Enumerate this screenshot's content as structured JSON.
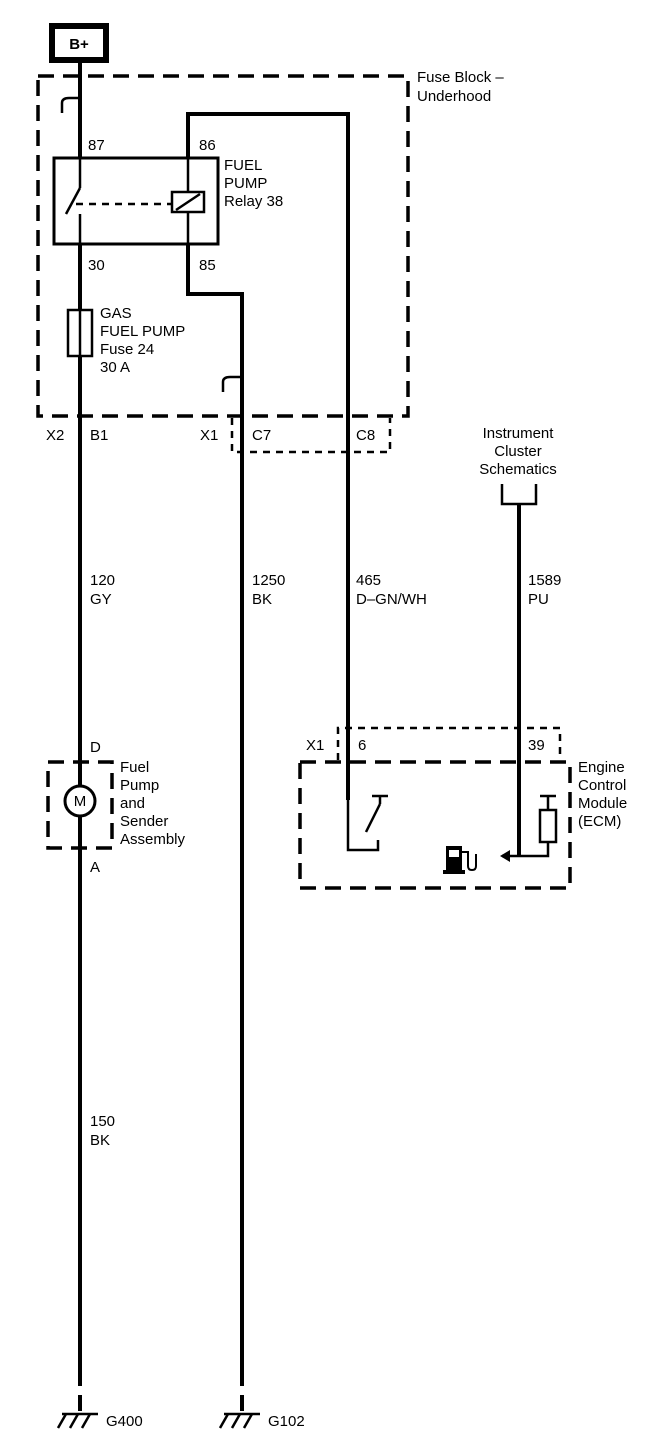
{
  "power_source": "B+",
  "fuse_block": {
    "line1": "Fuse Block –",
    "line2": "Underhood"
  },
  "relay": {
    "line1": "FUEL",
    "line2": "PUMP",
    "line3": "Relay 38",
    "pin_87": "87",
    "pin_86": "86",
    "pin_30": "30",
    "pin_85": "85"
  },
  "fuse": {
    "line1": "GAS",
    "line2": "FUEL PUMP",
    "line3": "Fuse 24",
    "line4": "30 A"
  },
  "connectors": {
    "x2": "X2",
    "b1": "B1",
    "x1_fuse": "X1",
    "c7": "C7",
    "c8": "C8",
    "x1_ecm": "X1",
    "pin_6": "6",
    "pin_39": "39"
  },
  "instrument_cluster": {
    "line1": "Instrument",
    "line2": "Cluster",
    "line3": "Schematics"
  },
  "wires": {
    "w120_circuit": "120",
    "w120_color": "GY",
    "w1250_circuit": "1250",
    "w1250_color": "BK",
    "w465_circuit": "465",
    "w465_color": "D–GN/WH",
    "w1589_circuit": "1589",
    "w1589_color": "PU",
    "w150_circuit": "150",
    "w150_color": "BK"
  },
  "fuel_pump": {
    "pin_d": "D",
    "pin_a": "A",
    "motor_symbol": "M",
    "line1": "Fuel",
    "line2": "Pump",
    "line3": "and",
    "line4": "Sender",
    "line5": "Assembly"
  },
  "ecm": {
    "line1": "Engine",
    "line2": "Control",
    "line3": "Module",
    "line4": "(ECM)"
  },
  "grounds": {
    "g400": "G400",
    "g102": "G102"
  },
  "icons": [
    "fuel-pump-icon",
    "motor-icon",
    "ground-icon",
    "relay-coil-icon",
    "fuse-icon",
    "switch-icon"
  ]
}
